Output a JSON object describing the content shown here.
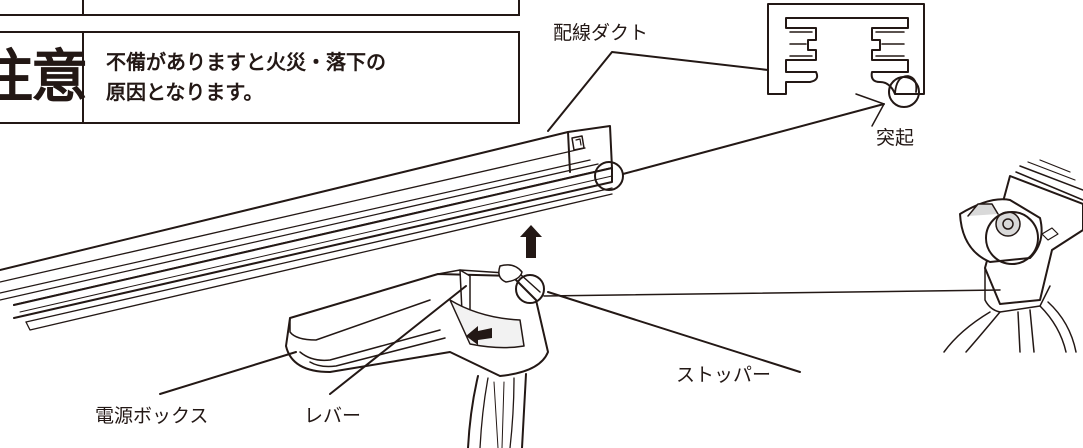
{
  "warning": {
    "signal_word": "注意",
    "message_line1": "不備がありますと火災・落下の",
    "message_line2": "原因となります。"
  },
  "labels": {
    "duct": "配線ダクト",
    "protrusion": "突起",
    "power_box": "電源ボックス",
    "lever": "レバー",
    "stopper": "ストッパー"
  },
  "colors": {
    "ink": "#231815",
    "fill_light": "#f2f2f2",
    "fill_mid": "#d9d9d9"
  }
}
